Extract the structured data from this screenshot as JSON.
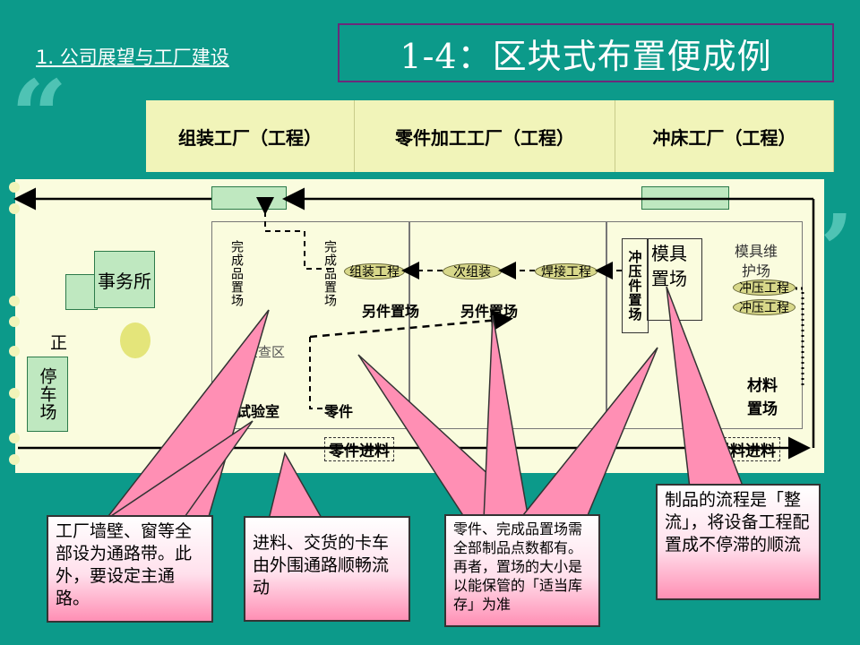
{
  "section_title": "1. 公司展望与工厂建设",
  "slide_title": "1-4：区块式布置便成例",
  "banners": [
    "组装工厂（工程）",
    "零件加工工厂（工程）",
    "冲床工厂（工程）"
  ],
  "plant": {
    "office": "事务所",
    "parking_top": "正",
    "parking": "停车场",
    "finished_area_1": "完成品置场",
    "finished_area_2": "完成品置场",
    "inspection": "检查区",
    "lab": "试验室",
    "parts_label": "零件",
    "other_parts_1": "另件置场",
    "other_parts_2": "另件置场",
    "ovals": [
      "组装工程",
      "次组装",
      "焊接工程"
    ],
    "press_parts": "冲压件置场",
    "mold_area": "模具置场",
    "mold_maintenance": "模具维护场",
    "press_ovals": [
      "冲压工程",
      "冲压工程"
    ],
    "material_area": "材料置场",
    "parts_in": "零件进料",
    "material_in": "材料进料"
  },
  "callouts": [
    "工厂墙壁、窗等全部设为通路带。此外，要设定主通路。",
    "进料、交货的卡车由外围通路顺畅流动",
    "零件、完成品置场需全部制品点数都有。再者，置场的大小是以能保管的「适当库存」为准",
    "制品的流程是「整流」，将设备工程配置成不停滞的顺流"
  ],
  "colors": {
    "background": "#0c9a8a",
    "banner": "#f1f4b9",
    "plant": "#fafcde",
    "callout_pink": "#ff8fb4",
    "title_border": "#6b2a7a"
  }
}
